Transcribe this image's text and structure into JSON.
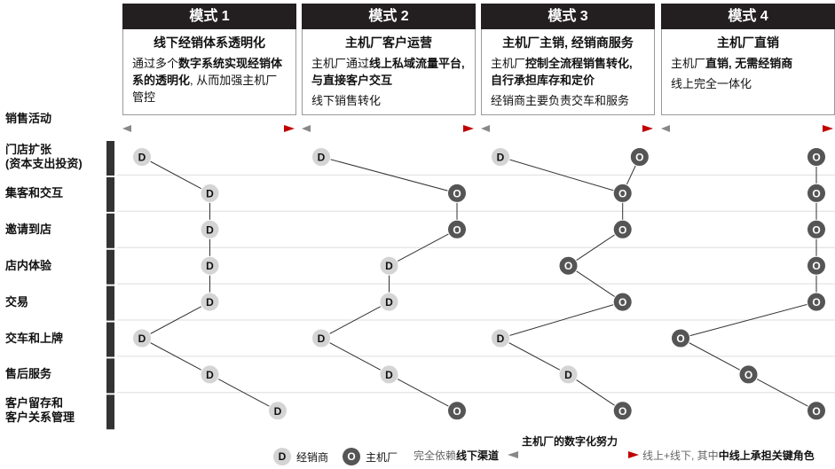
{
  "modes": [
    {
      "title": "模式 1",
      "subtitle": "线下经销体系透明化",
      "lines": [
        [
          "通过多个",
          ""
        ],
        [
          "数字系统实现经销体系的透明化",
          "b"
        ],
        [
          ", 从而加强主机厂管控",
          ""
        ]
      ],
      "line3": ""
    },
    {
      "title": "模式 2",
      "subtitle": "主机厂客户运营",
      "lines": [
        [
          "主机厂通过",
          ""
        ],
        [
          "线上私域流量平台, 与直接客户交互",
          "b"
        ]
      ],
      "line3": "线下销售转化"
    },
    {
      "title": "模式 3",
      "subtitle": "主机厂主销, 经销商服务",
      "lines": [
        [
          "主机厂",
          ""
        ],
        [
          "控制全流程销售转化, 自行承担库存和定价",
          "b"
        ]
      ],
      "line3": "经销商主要负责交车和服务"
    },
    {
      "title": "模式 4",
      "subtitle": "主机厂直销",
      "lines": [
        [
          "主机厂",
          ""
        ],
        [
          "直销, 无需经销商",
          "b"
        ]
      ],
      "line3": "线上完全一体化"
    }
  ],
  "sales_activity_label": "销售活动",
  "rows": [
    "门店扩张\n(资本支出投资)",
    "集客和交互",
    "邀请到店",
    "店内体验",
    "交易",
    "交车和上牌",
    "售后服务",
    "客户留存和\n客户关系管理"
  ],
  "flows": [
    {
      "nodes": [
        [
          0,
          0,
          "D"
        ],
        [
          1,
          1,
          "D"
        ],
        [
          2,
          1,
          "D"
        ],
        [
          3,
          1,
          "D"
        ],
        [
          4,
          1,
          "D"
        ],
        [
          5,
          0,
          "D"
        ],
        [
          6,
          1,
          "D"
        ],
        [
          7,
          2,
          "D"
        ]
      ],
      "edges": [
        [
          0,
          1
        ],
        [
          1,
          2
        ],
        [
          2,
          3
        ],
        [
          3,
          4
        ],
        [
          4,
          5
        ],
        [
          5,
          6
        ],
        [
          6,
          7
        ]
      ]
    },
    {
      "nodes": [
        [
          0,
          0,
          "D"
        ],
        [
          1,
          2,
          "O"
        ],
        [
          2,
          2,
          "O"
        ],
        [
          3,
          1,
          "D"
        ],
        [
          4,
          1,
          "D"
        ],
        [
          5,
          0,
          "D"
        ],
        [
          6,
          1,
          "D"
        ],
        [
          7,
          2,
          "O"
        ]
      ],
      "edges": [
        [
          0,
          1
        ],
        [
          1,
          2
        ],
        [
          2,
          3
        ],
        [
          3,
          4
        ],
        [
          4,
          5
        ],
        [
          5,
          6
        ],
        [
          6,
          7
        ]
      ]
    },
    {
      "nodes": [
        [
          0,
          0,
          "D"
        ],
        [
          0,
          2.05,
          "O"
        ],
        [
          1,
          1.8,
          "O"
        ],
        [
          2,
          1.8,
          "O"
        ],
        [
          3,
          1,
          "O"
        ],
        [
          4,
          1.8,
          "O"
        ],
        [
          5,
          0,
          "D"
        ],
        [
          6,
          1,
          "D"
        ],
        [
          7,
          1.8,
          "O"
        ]
      ],
      "edges": [
        [
          0,
          2
        ],
        [
          1,
          2
        ],
        [
          2,
          3
        ],
        [
          3,
          4
        ],
        [
          4,
          5
        ],
        [
          5,
          6
        ],
        [
          6,
          7
        ],
        [
          7,
          8
        ]
      ]
    },
    {
      "nodes": [
        [
          0,
          2,
          "O"
        ],
        [
          1,
          2,
          "O"
        ],
        [
          2,
          2,
          "O"
        ],
        [
          3,
          2,
          "O"
        ],
        [
          4,
          2,
          "O"
        ],
        [
          5,
          0,
          "O"
        ],
        [
          6,
          1,
          "O"
        ],
        [
          7,
          2,
          "O"
        ]
      ],
      "edges": [
        [
          0,
          1
        ],
        [
          1,
          2
        ],
        [
          2,
          3
        ],
        [
          3,
          4
        ],
        [
          4,
          5
        ],
        [
          5,
          6
        ],
        [
          6,
          7
        ]
      ]
    }
  ],
  "legend": {
    "d_letter": "D",
    "d_label": "经销商",
    "o_letter": "O",
    "o_label": "主机厂",
    "left_text": "完全依赖",
    "left_bold": "线下渠道",
    "arrow_title": "主机厂的数字化努力",
    "right_text": "线上+线下, 其中",
    "right_bold": "中线上承担关键角色"
  },
  "colors": {
    "dealer": "#d4d4d4",
    "oem": "#555555",
    "header": "#231f20",
    "arrow_red": "#c00000",
    "arrow_gray": "#888888"
  }
}
